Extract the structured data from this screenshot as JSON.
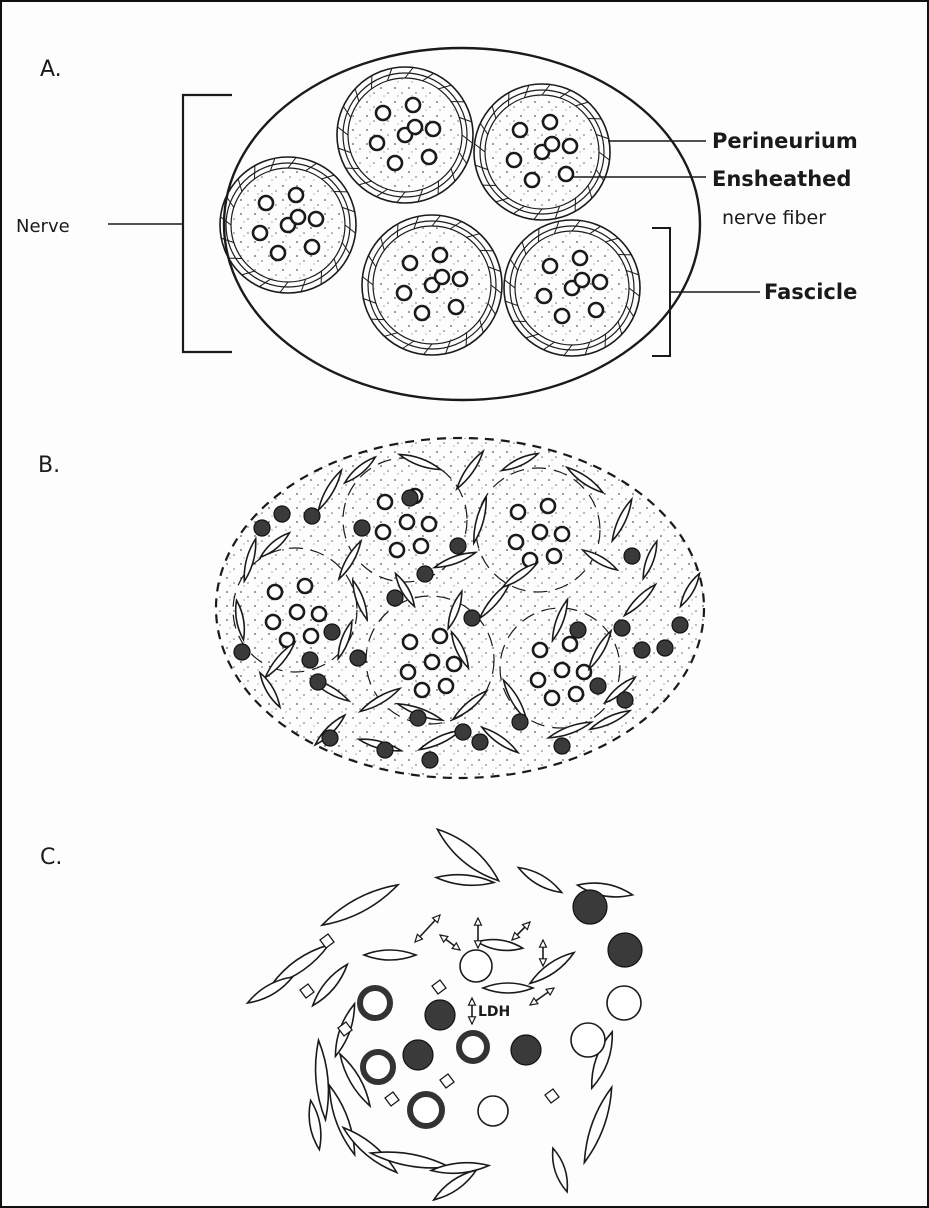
{
  "panels": [
    {
      "id": "A",
      "label": "A."
    },
    {
      "id": "B",
      "label": "B."
    },
    {
      "id": "C",
      "label": "C."
    }
  ],
  "annotations": {
    "nerve": "Nerve",
    "perineurium": "Perineurium",
    "ensheathed_line1": "Ensheathed",
    "ensheathed_line2": "nerve fiber",
    "fascicle": "Fascicle",
    "ldh": "LDH"
  },
  "colors": {
    "ink": "#1a1a1a",
    "dark_cell": "#3a3a3a",
    "paper": "#fdfdfd"
  }
}
